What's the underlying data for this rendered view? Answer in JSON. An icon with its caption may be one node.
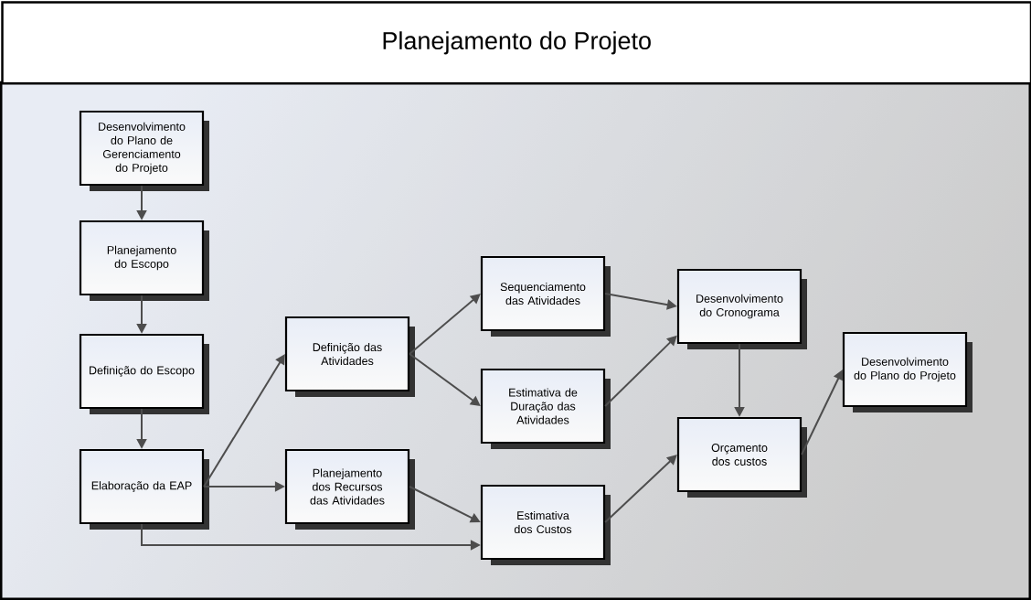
{
  "diagram": {
    "title": "Planejamento do Projeto",
    "nodes": [
      {
        "text": [
          "Desenvolvimento do Plano de Gerenciamento do Projeto"
        ]
      },
      {
        "text": [
          "Planejamento do Escopo"
        ]
      },
      {
        "text": [
          "Definição do Escopo"
        ]
      },
      {
        "text": [
          "Elaboração da EAP"
        ]
      },
      {
        "text": [
          "Definição das Atividades"
        ]
      },
      {
        "text": [
          "Planejamento dos Recursos das Atividades"
        ]
      },
      {
        "text": [
          "Sequenciamento das Atividades"
        ]
      },
      {
        "text": [
          "Estimativa de Duração das Atividades"
        ]
      },
      {
        "text": [
          "Estimativa dos Custos"
        ]
      },
      {
        "text": [
          "Desenvolvimento do Cronograma"
        ]
      },
      {
        "text": [
          "Orçamento dos custos"
        ]
      },
      {
        "text": [
          "Desenvolvimento do Plano do Projeto"
        ]
      }
    ],
    "edges": [
      {
        "from": 0,
        "to": 1,
        "arrow": "to"
      },
      {
        "from": 1,
        "to": 2,
        "arrow": "to"
      },
      {
        "from": 2,
        "to": 3,
        "arrow": "to"
      },
      {
        "from": 3,
        "to": 4,
        "arrow": "to"
      },
      {
        "from": 3,
        "to": 5,
        "arrow": "to"
      },
      {
        "from": 3,
        "to": 8,
        "arrow": "to"
      },
      {
        "from": 4,
        "to": 6,
        "arrow": "to"
      },
      {
        "from": 4,
        "to": 7,
        "arrow": "to"
      },
      {
        "from": 5,
        "to": 8,
        "arrow": "to"
      },
      {
        "from": 6,
        "to": 9,
        "arrow": "to"
      },
      {
        "from": 7,
        "to": 9,
        "arrow": "to"
      },
      {
        "from": 9,
        "to": 10,
        "arrow": "to"
      },
      {
        "from": 8,
        "to": 10,
        "arrow": "to"
      },
      {
        "from": 10,
        "to": 11,
        "arrow": "to"
      }
    ]
  }
}
